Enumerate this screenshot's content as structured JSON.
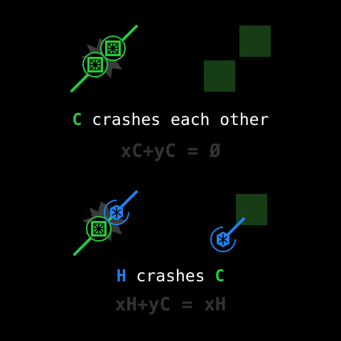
{
  "colors": {
    "background": "#000000",
    "c_green": "#27c93a",
    "h_blue": "#1f82f0",
    "tile_green": "#163d16",
    "spark_gray": "#3a3a3a",
    "formula_gray": "#333333",
    "text_white": "#ffffff"
  },
  "icons": {
    "c_unit": "c-unit-icon",
    "h_unit": "h-unit-icon",
    "collision": "collision-burst-icon"
  },
  "panel_top": {
    "caption_glyph": "C",
    "caption_text": " crashes each other",
    "formula": "xC+yC = Ø"
  },
  "panel_bottom": {
    "caption_glyph_h": "H",
    "caption_mid": " crashes ",
    "caption_glyph_c": "C",
    "formula": "xH+yC = xH"
  }
}
